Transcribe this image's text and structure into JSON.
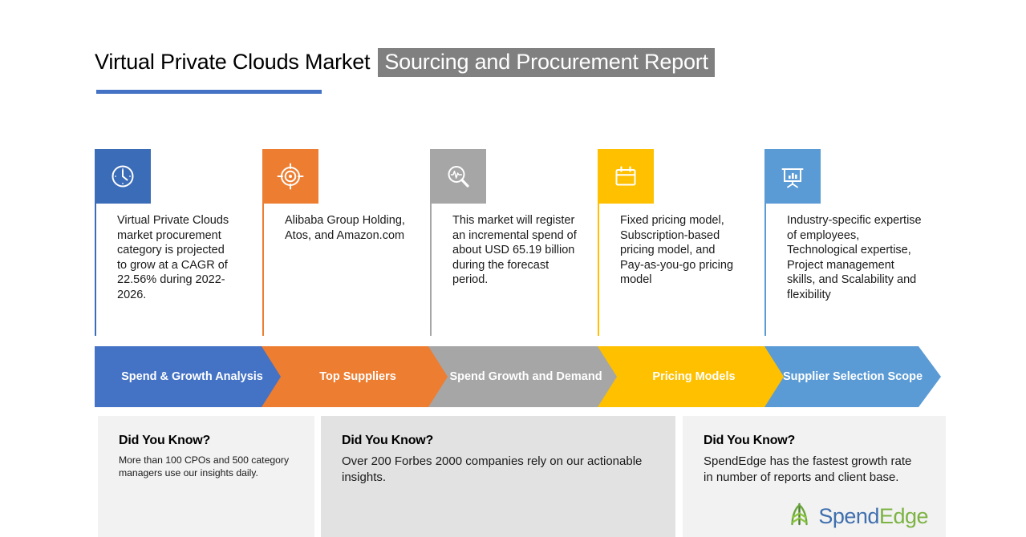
{
  "header": {
    "title_main": "Virtual Private Clouds Market",
    "title_highlight": "Sourcing and Procurement Report",
    "highlight_bg": "#808080",
    "rule_color": "#4472C4"
  },
  "columns": [
    {
      "key": "spend-growth-analysis",
      "icon": "clock-icon",
      "color": "#3b6cb8",
      "label": "Spend & Growth Analysis",
      "text": "Virtual Private Clouds market procurement category is projected to grow at a CAGR of 22.56% during 2022-2026."
    },
    {
      "key": "top-suppliers",
      "icon": "target-icon",
      "color": "#ED7D31",
      "label": "Top Suppliers",
      "text": "Alibaba Group Holding, Atos, and Amazon.com"
    },
    {
      "key": "spend-growth-demand",
      "icon": "magnifier-analytics-icon",
      "color": "#A6A6A6",
      "label": "Spend Growth and Demand",
      "text": "This market will register an incremental spend of about USD 65.19 billion during the forecast period."
    },
    {
      "key": "pricing-models",
      "icon": "calendar-icon",
      "color": "#FFC000",
      "label": "Pricing Models",
      "text": "Fixed pricing model, Subscription-based pricing model, and Pay-as-you-go pricing model"
    },
    {
      "key": "supplier-selection-scope",
      "icon": "presentation-chart-icon",
      "color": "#5B9BD5",
      "label": "Supplier Selection Scope",
      "text": "Industry-specific expertise of employees, Technological expertise, Project management skills, and Scalability and flexibility"
    }
  ],
  "did_you_know": [
    {
      "heading": "Did You Know?",
      "body": "More than 100 CPOs and 500 category managers use our insights daily.",
      "bg": "#f2f2f2"
    },
    {
      "heading": "Did You Know?",
      "body": "Over 200 Forbes 2000 companies rely on our actionable insights.",
      "bg": "#e2e2e2"
    },
    {
      "heading": "Did You Know?",
      "body": "SpendEdge has the fastest growth rate in number of reports and client base.",
      "bg": "#f2f2f2"
    }
  ],
  "logo": {
    "name": "spendedge-logo",
    "part1": "Spend",
    "part2": "Edge",
    "color1": "#3f6fae",
    "color2": "#7cb342",
    "mark_color": "#7cb342"
  }
}
